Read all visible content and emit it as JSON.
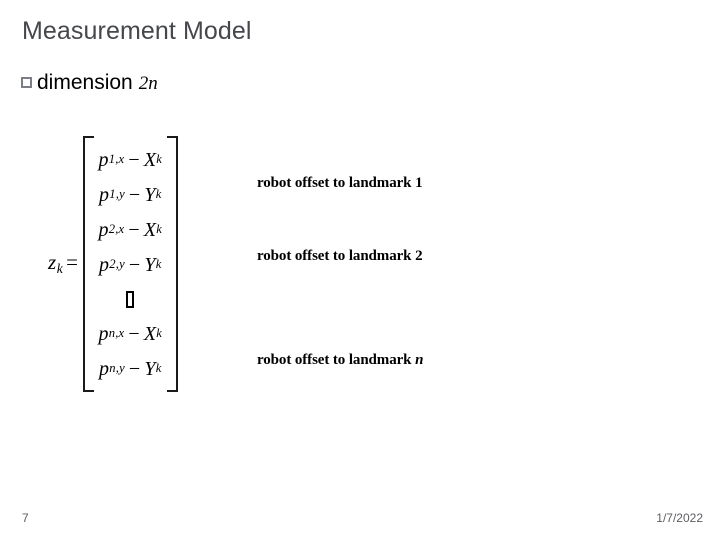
{
  "slide": {
    "title": "Measurement Model",
    "background_color": "#ffffff",
    "title_color": "#45474c"
  },
  "bullet": {
    "icon": "hollow-square-bullet",
    "text": "dimension",
    "math": "2n",
    "border_color": "#7b7e86"
  },
  "equation": {
    "lhs_variable": "z",
    "lhs_subscript": "k",
    "equals": "=",
    "bracket_color": "#1a1a1a",
    "rows": [
      {
        "base": "p",
        "sub": "1,x",
        "op": "−",
        "term": "X",
        "term_sub": "k"
      },
      {
        "base": "p",
        "sub": "1,y",
        "op": "−",
        "term": "Y",
        "term_sub": "k"
      },
      {
        "base": "p",
        "sub": "2,x",
        "op": "−",
        "term": "X",
        "term_sub": "k"
      },
      {
        "base": "p",
        "sub": "2,y",
        "op": "−",
        "term": "Y",
        "term_sub": "k"
      },
      {
        "base": "",
        "sub": "",
        "op": "",
        "term": "",
        "term_sub": "",
        "glyph": "vertical-ellipsis-missing-glyph"
      },
      {
        "base": "p",
        "sub": "n,x",
        "op": "−",
        "term": "X",
        "term_sub": "k"
      },
      {
        "base": "p",
        "sub": "n,y",
        "op": "−",
        "term": "Y",
        "term_sub": "k"
      }
    ]
  },
  "annotations": [
    {
      "prefix": "robot offset to landmark ",
      "suffix": "1",
      "suffix_italic": false
    },
    {
      "prefix": "robot offset to landmark ",
      "suffix": "2",
      "suffix_italic": false
    },
    {
      "prefix": "robot offset to landmark ",
      "suffix": "n",
      "suffix_italic": true
    }
  ],
  "footer": {
    "page_number": "7",
    "date": "1/7/2022",
    "color": "#5c5e63"
  }
}
